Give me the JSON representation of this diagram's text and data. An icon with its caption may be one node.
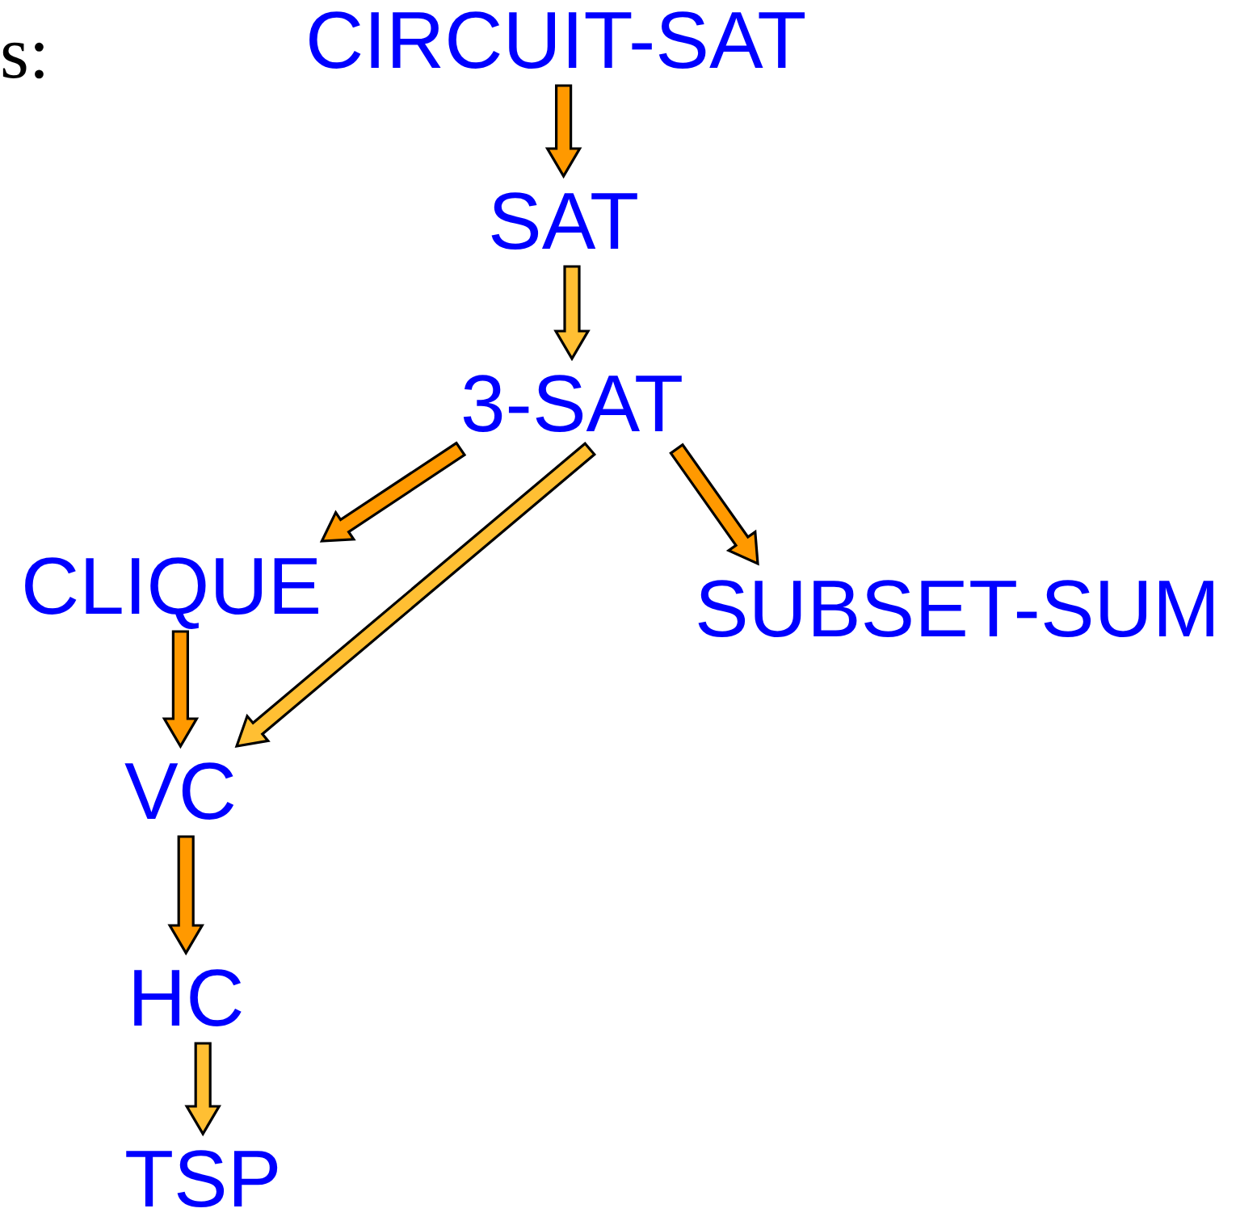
{
  "diagram": {
    "nodes": [
      {
        "text": [
          "CIRCUIT-SAT"
        ]
      },
      {
        "text": [
          "SAT"
        ]
      },
      {
        "text": [
          "3-SAT"
        ]
      },
      {
        "text": [
          "CLIQUE"
        ]
      },
      {
        "text": [
          "SUBSET-SUM"
        ]
      },
      {
        "text": [
          "VC"
        ]
      },
      {
        "text": [
          "HC"
        ]
      },
      {
        "text": [
          "TSP"
        ]
      }
    ],
    "edges": [
      {
        "from": 0,
        "to": 1,
        "arrow": "to"
      },
      {
        "from": 1,
        "to": 2,
        "arrow": "to",
        "color": "#ffbf33"
      },
      {
        "from": 2,
        "to": 3,
        "arrow": "to"
      },
      {
        "from": 2,
        "to": 5,
        "arrow": "to",
        "color": "#ffbf33"
      },
      {
        "from": 2,
        "to": 4,
        "arrow": "to"
      },
      {
        "from": 3,
        "to": 5,
        "arrow": "to"
      },
      {
        "from": 5,
        "to": 6,
        "arrow": "to"
      },
      {
        "from": 6,
        "to": 7,
        "arrow": "to",
        "color": "#ffbf33"
      }
    ],
    "labels": [
      "s:"
    ]
  }
}
